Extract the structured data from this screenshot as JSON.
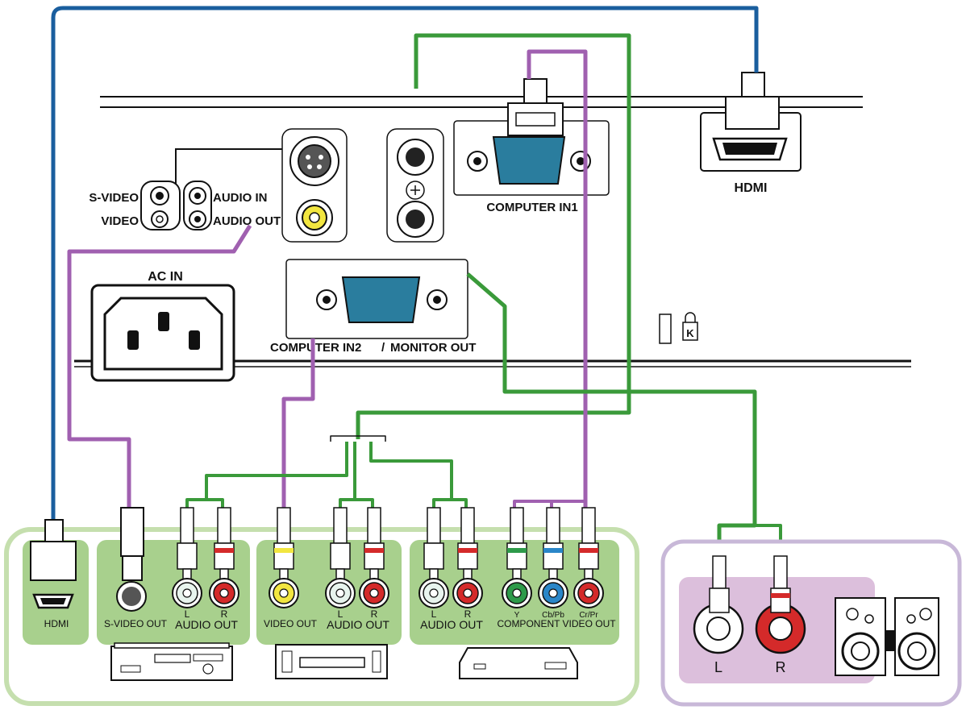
{
  "colors": {
    "hdmi_cable": "#1a5e9e",
    "green_cable": "#3a9a3a",
    "purple_cable": "#a060b0",
    "source_panel": "#a8d08d",
    "source_panel_border": "#c5dfae",
    "speaker_panel": "#dcbfdc",
    "speaker_panel_border": "#c8b8d8",
    "vga_blue": "#2a7d9e",
    "rca_yellow": "#f2e640",
    "rca_red": "#d42a2a",
    "rca_white": "#e8f4ee",
    "rca_green": "#2e9a4a",
    "rca_blue": "#2a86c8"
  },
  "projector": {
    "labels": {
      "svideo": "S-VIDEO",
      "video": "VIDEO",
      "audio_in": "AUDIO IN",
      "audio_out": "AUDIO OUT",
      "ac_in": "AC IN",
      "computer_in1": "COMPUTER IN1",
      "computer_in2": "COMPUTER IN2",
      "monitor_out": "MONITOR OUT",
      "hdmi": "HDMI"
    }
  },
  "devices": {
    "hdmi": {
      "label": "HDMI"
    },
    "svideo_out": {
      "label": "S-VIDEO OUT"
    },
    "audio_out_1": {
      "label": "AUDIO OUT",
      "left": "L",
      "right": "R"
    },
    "video_out": {
      "label": "VIDEO OUT"
    },
    "audio_out_2": {
      "label": "AUDIO OUT",
      "left": "L",
      "right": "R"
    },
    "audio_out_3": {
      "label": "AUDIO OUT",
      "left": "L",
      "right": "R"
    },
    "component": {
      "label": "COMPONENT VIDEO OUT",
      "y": "Y",
      "cb": "Cb/Pb",
      "cr": "Cr/Pr"
    },
    "speakers": {
      "left": "L",
      "right": "R"
    }
  }
}
